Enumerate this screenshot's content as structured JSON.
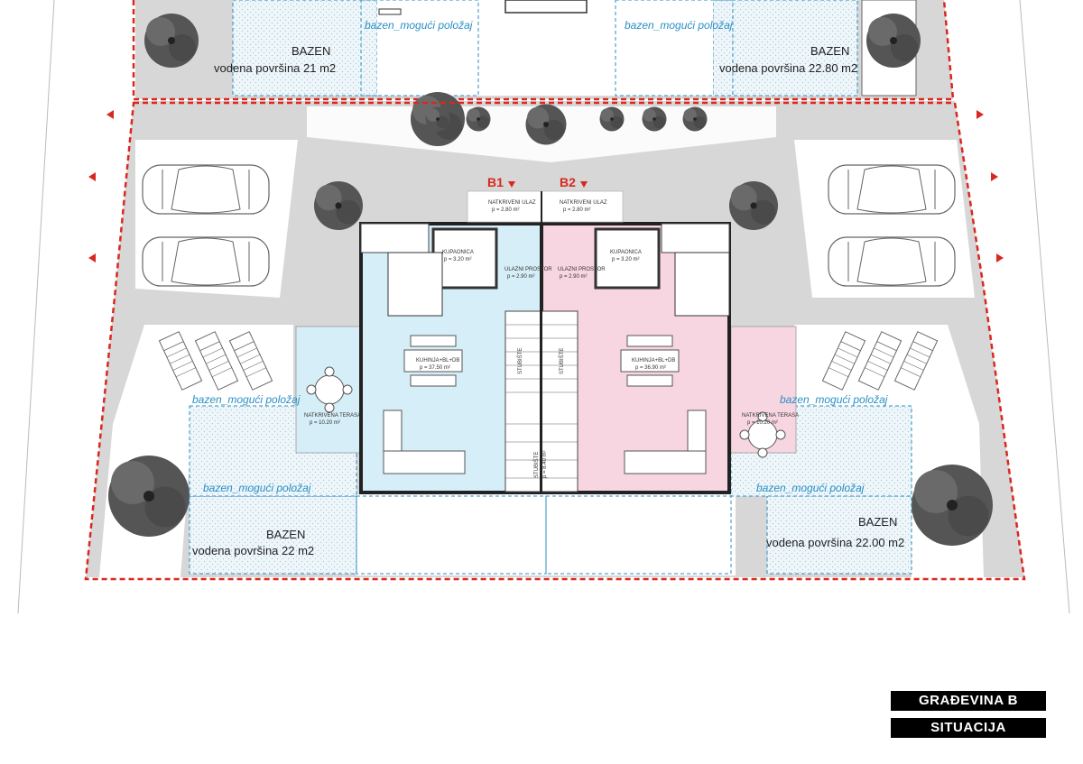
{
  "title_block": {
    "line1": "GRAĐEVINA B",
    "line2": "SITUACIJA"
  },
  "markers": {
    "b1": "B1",
    "b2": "B2"
  },
  "pools": {
    "top_left": {
      "title": "BAZEN",
      "area": "vodena površina 21 m2"
    },
    "top_right": {
      "title": "BAZEN",
      "area": "vodena površina 22.80 m2"
    },
    "bottom_left": {
      "title": "BAZEN",
      "area": "vodena površina 22 m2"
    },
    "bottom_right": {
      "title": "BAZEN",
      "area": "vodena površina 22.00 m2"
    }
  },
  "possible_position_label": "bazen_mogući položaj",
  "rooms": {
    "entry_covered": "NATKRIVENI ULAZ",
    "entry_covered_area_left": "p = 2.80 m²",
    "entry_covered_area_right": "p = 2.80 m²",
    "bathroom": "KUPAONICA",
    "bathroom_area": "p = 3.20 m²",
    "entry_space": "ULAZNI PROSTOR",
    "entry_space_area": "p = 2.90 m²",
    "kitchen": "KUHINJA+BL+DB",
    "kitchen_area_left": "p = 37.50 m²",
    "kitchen_area_right": "p = 36.90 m²",
    "terrace": "NATKRIVENA TERASA",
    "terrace_area": "p = 10.20 m²",
    "stairs": "STUBIŠTE",
    "stairs_area": "p = 8.40 m²"
  },
  "colors": {
    "unit_b1": "#d6eef7",
    "unit_b2": "#f7d6e1",
    "boundary": "#d9281f",
    "pool_line": "#2a8fc4",
    "paving": "#d7d7d7"
  }
}
